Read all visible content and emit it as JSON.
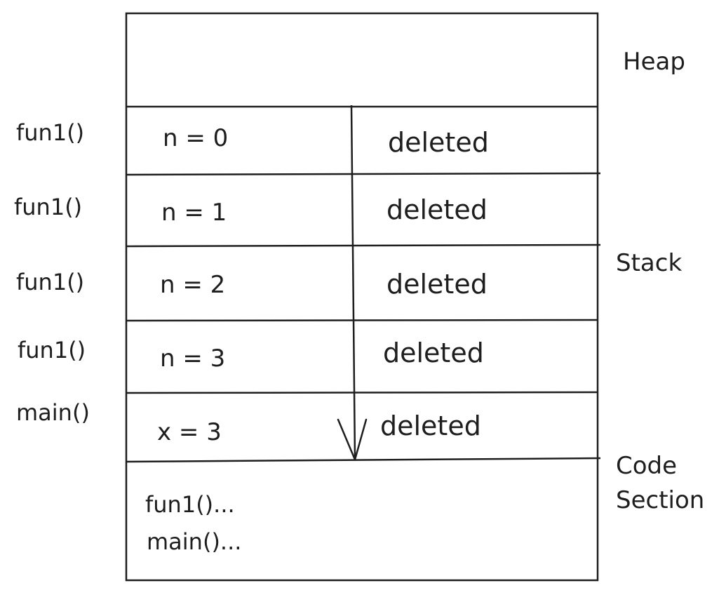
{
  "regions": {
    "heap": "Heap",
    "stack": "Stack",
    "code_line1": "Code",
    "code_line2": "Section"
  },
  "frames": [
    {
      "function": "fun1()",
      "variable": "n = 0",
      "status": "deleted"
    },
    {
      "function": "fun1()",
      "variable": "n = 1",
      "status": "deleted"
    },
    {
      "function": "fun1()",
      "variable": "n = 2",
      "status": "deleted"
    },
    {
      "function": "fun1()",
      "variable": "n = 3",
      "status": "deleted"
    },
    {
      "function": "main()",
      "variable": "x = 3",
      "status": "deleted"
    }
  ],
  "code_section": {
    "line1": "fun1()...",
    "line2": "main()..."
  },
  "colors": {
    "stroke": "#1e1e1e",
    "background": "#ffffff"
  }
}
